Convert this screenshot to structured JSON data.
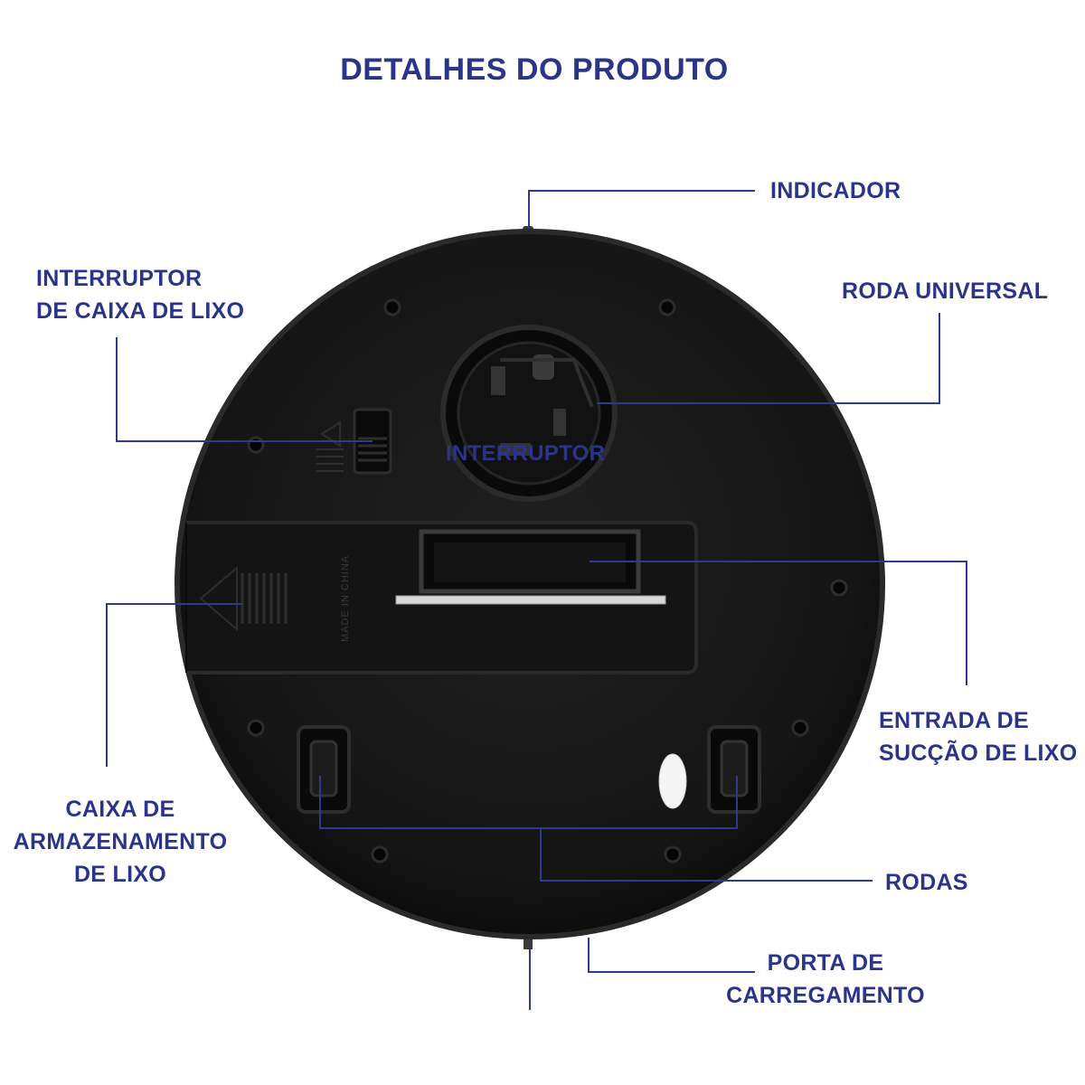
{
  "title": "DETALHES DO PRODUTO",
  "colors": {
    "label": "#2a3489",
    "leader_line": "#2f3a8c",
    "device_body": "#161616",
    "device_rim": "#232323",
    "background": "#ffffff"
  },
  "labels": {
    "indicador": "INDICADOR",
    "roda_universal": "RODA UNIVERSAL",
    "interruptor_caixa": [
      "INTERRUPTOR",
      "DE CAIXA DE LIXO"
    ],
    "interruptor": "INTERRUPTOR",
    "entrada_succao": [
      "ENTRADA DE",
      "SUCÇÃO DE LIXO"
    ],
    "caixa_armazenamento": [
      "CAIXA DE",
      "ARMAZENAMENTO",
      "DE LIXO"
    ],
    "rodas": "RODAS",
    "porta_carregamento": [
      "PORTA DE",
      "CARREGAMENTO"
    ]
  },
  "device": {
    "embossed_text": "MADE IN CHINA"
  }
}
